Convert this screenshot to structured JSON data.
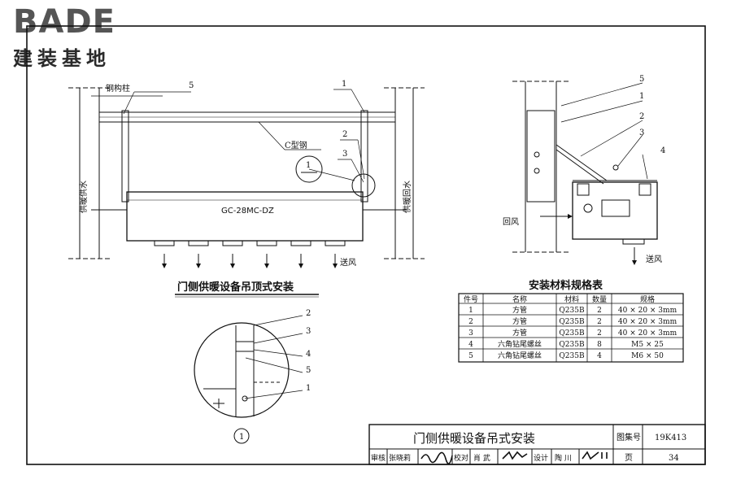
{
  "logo": {
    "brand": "BADE",
    "subtitle": "建装基地"
  },
  "front_view": {
    "column_label": "钢构柱",
    "channel_label": "C型钢",
    "unit_model": "GC-28MC-DZ",
    "supply_pipe_label": "供暖供水",
    "return_pipe_label": "供暖回水",
    "outlet_label": "送风",
    "callouts": [
      "5",
      "1",
      "2",
      "3"
    ],
    "detail_ref": "1",
    "title": "门侧供暖设备吊顶式安装"
  },
  "side_view": {
    "callouts": [
      "5",
      "1",
      "2",
      "3",
      "4"
    ],
    "return_air_label": "回风",
    "outlet_label": "送风"
  },
  "detail_view": {
    "callouts": [
      "2",
      "3",
      "4",
      "5",
      "1"
    ],
    "ref": "1"
  },
  "materials_table": {
    "title": "安装材料规格表",
    "headers": [
      "件号",
      "名称",
      "材料",
      "数量",
      "规格"
    ],
    "rows": [
      [
        "1",
        "方管",
        "Q235B",
        "2",
        "40 × 20 × 3mm"
      ],
      [
        "2",
        "方管",
        "Q235B",
        "2",
        "40 × 20 × 3mm"
      ],
      [
        "3",
        "方管",
        "Q235B",
        "2",
        "40 × 20 × 3mm"
      ],
      [
        "4",
        "六角钻尾螺丝",
        "Q235B",
        "8",
        "M5 × 25"
      ],
      [
        "5",
        "六角钻尾螺丝",
        "Q235B",
        "4",
        "M6 × 50"
      ]
    ]
  },
  "title_block": {
    "title": "门侧供暖设备吊式安装",
    "atlas_label": "图集号",
    "atlas_no": "19K413",
    "page_label": "页",
    "page_no": "34",
    "review_label": "审核",
    "reviewer": "张晓莉",
    "check_label": "校对",
    "checker": "肖 武",
    "design_label": "设计",
    "designer": "陶 川"
  }
}
